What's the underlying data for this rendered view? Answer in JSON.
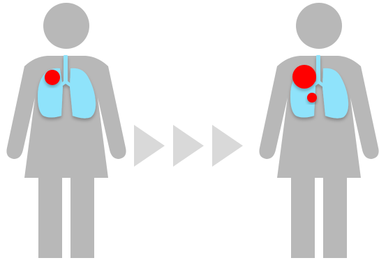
{
  "colors": {
    "background": "#ffffff",
    "figure": "#b8b8b8",
    "lungs": "#8fe3fb",
    "airway": "#8fe3fb",
    "tumor": "#ff0000",
    "arrow": "#d9d9d9"
  },
  "icons": {
    "before_figure": "female-figure-icon",
    "after_figure": "female-figure-icon",
    "progression_arrows": "chevron-right-icon"
  },
  "before": {
    "tumor_count": 1
  },
  "after": {
    "tumor_count": 2
  },
  "progression_arrow_count": 3
}
